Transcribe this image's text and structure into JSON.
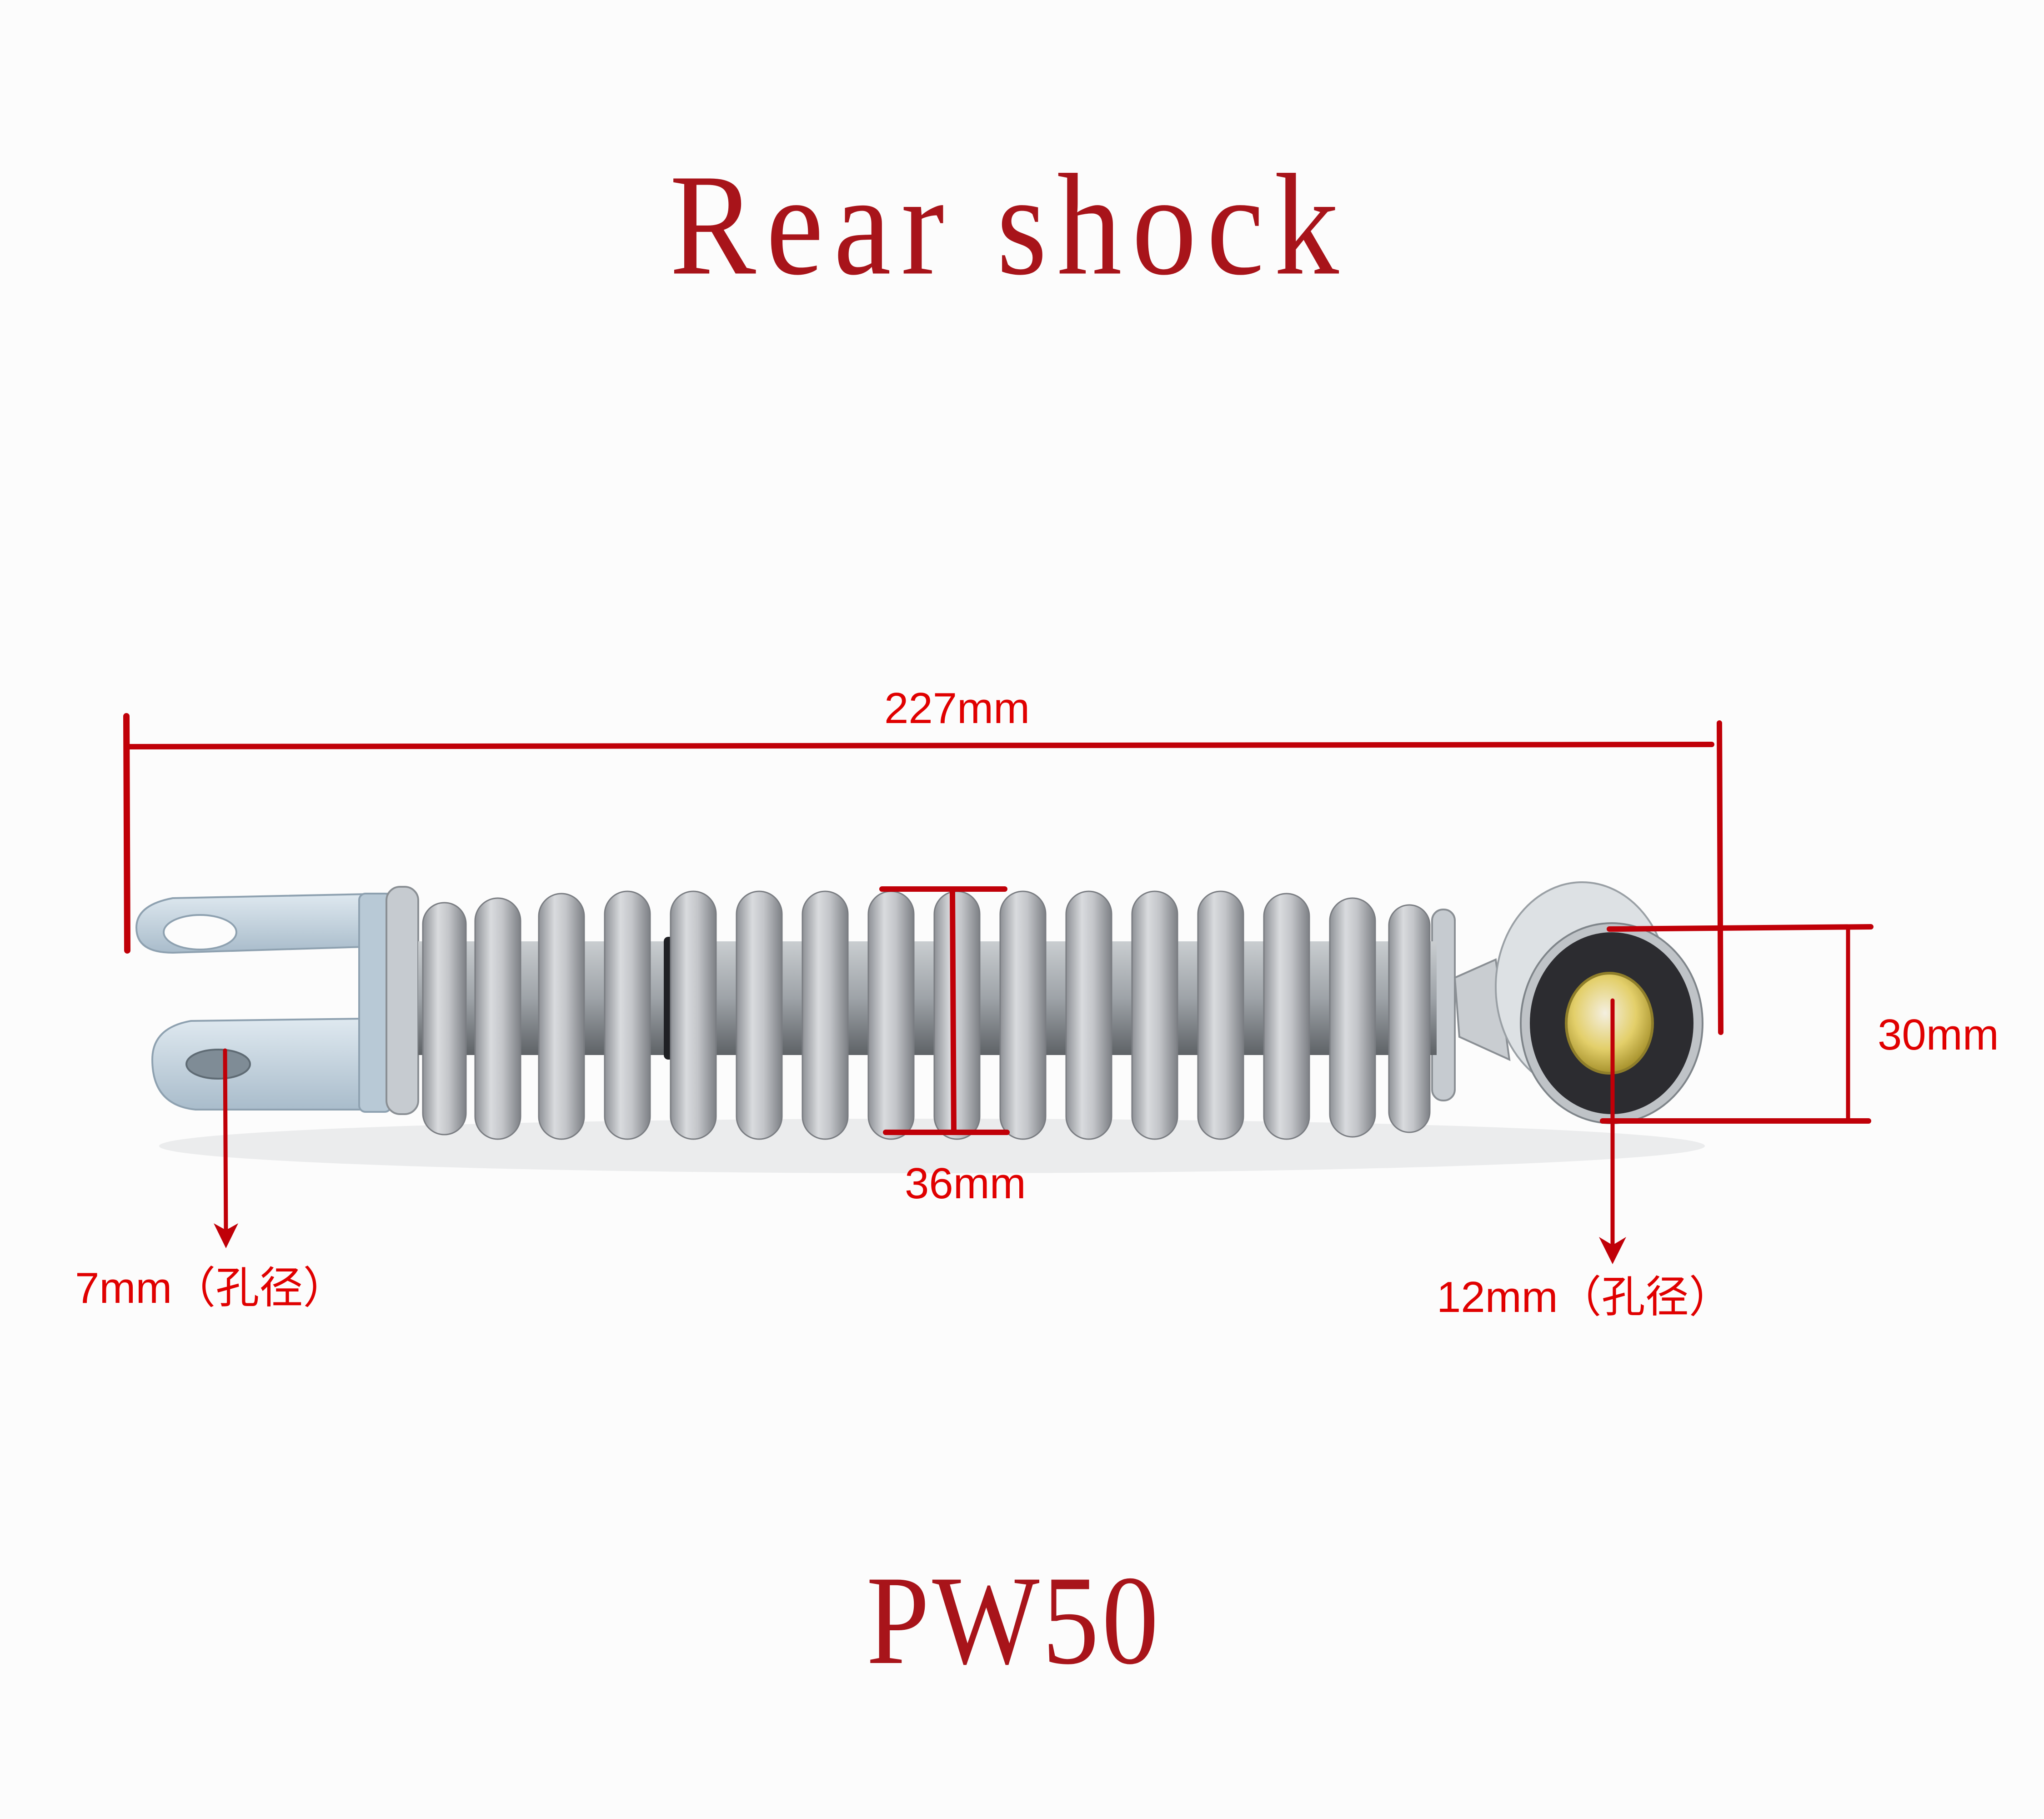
{
  "title": "Rear shock",
  "model": "PW50",
  "colors": {
    "title_text": "#a8141a",
    "dimension_text": "#e00000",
    "dimension_line": "#c00008",
    "background": "#fcfcfc",
    "spring": "#b9bcc0",
    "bracket": "#c4d6e2",
    "bushing_rubber": "#2c2c30",
    "bushing_sleeve": "#d8c462"
  },
  "dimensions": {
    "overall_length": {
      "label": "227mm",
      "value_mm": 227
    },
    "spring_diameter": {
      "label": "36mm",
      "value_mm": 36
    },
    "eye_diameter": {
      "label": "30mm",
      "value_mm": 30
    },
    "lower_bolt_hole": {
      "label": "7mm（孔径）",
      "value_mm": 7,
      "note": "孔径"
    },
    "upper_eye_hole": {
      "label": "12mm（孔径）",
      "value_mm": 12,
      "note": "孔径"
    }
  },
  "icons": {
    "arrow_down": "arrow-down-icon"
  }
}
